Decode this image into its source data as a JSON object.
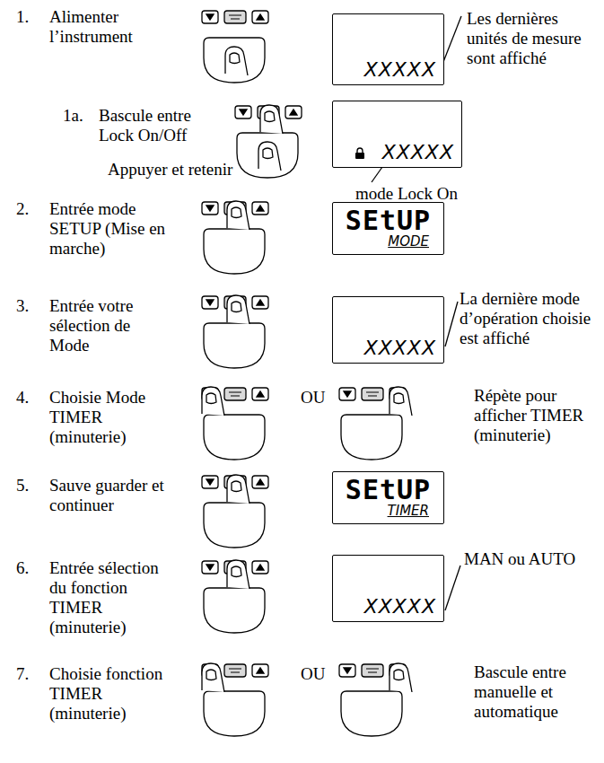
{
  "diagram": {
    "nodes": [
      {
        "text": [
          "XXXXX"
        ]
      },
      {
        "text": [
          "XXXXX"
        ]
      },
      {
        "text": [
          "SEtUP",
          "MODE"
        ]
      },
      {
        "text": [
          "XXXXX"
        ]
      },
      {
        "text": [
          "SEtUP",
          "TIMER"
        ]
      },
      {
        "text": [
          "XXXXX"
        ]
      }
    ],
    "labels": [
      "1.",
      "Alimenter l’instrument",
      "Les dernières unités de mesure sont affiché",
      "1a.",
      "Bascule entre Lock On/Off",
      "Appuyer et retenir",
      "mode Lock On",
      "2.",
      "Entrée mode SETUP (Mise en marche)",
      "3.",
      "Entrée votre sélection de Mode",
      "La dernière mode d’opération choisie est affiché",
      "4.",
      "Choisie Mode TIMER (minuterie)",
      "OU",
      "Répète pour afficher TIMER (minuterie)",
      "5.",
      "Sauve guarder et continuer",
      "6.",
      "Entrée sélection du fonction TIMER (minuterie)",
      "MAN ou AUTO",
      "7.",
      "Choisie fonction TIMER (minuterie)",
      "OU",
      "Bascule entre manuelle et automatique"
    ]
  }
}
